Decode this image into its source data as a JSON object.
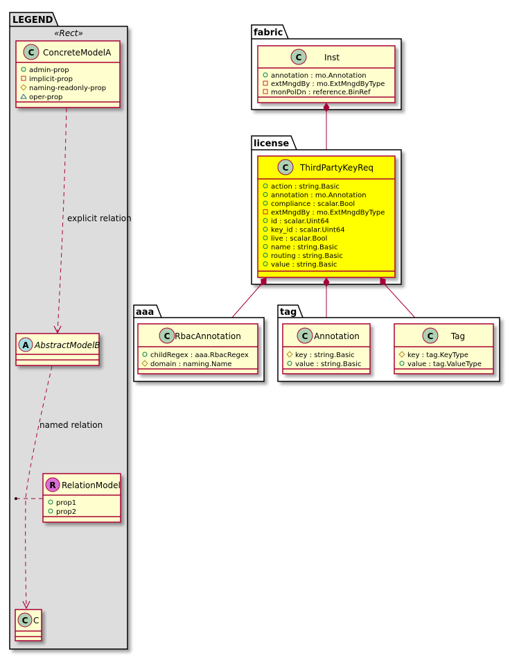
{
  "colors": {
    "class_fill": "#FEFECE",
    "class_border": "#A80036",
    "highlight_fill": "#FFFF00",
    "legend_bg": "#DDDDDD",
    "package_bg": "#FFFFFF",
    "class_circle": "#ADD1B2",
    "abstract_circle": "#A9DCDF",
    "relation_circle": "#DA70D6",
    "public_icon": "#038048",
    "private_icon": "#C82930",
    "protected_icon": "#B38D22",
    "package_private_icon": "#1963A0",
    "relation_line": "#A80036"
  },
  "legend": {
    "package_name": "LEGEND",
    "stereotype": "«Rect»",
    "concrete": {
      "circle": "C",
      "name": "ConcreteModelA",
      "attributes": [
        {
          "visibility": "public",
          "text": "admin-prop"
        },
        {
          "visibility": "private",
          "text": "implicit-prop"
        },
        {
          "visibility": "protected",
          "text": "naming-readonly-prop"
        },
        {
          "visibility": "package",
          "text": "oper-prop"
        }
      ]
    },
    "explicit_relation_label": "explicit relation",
    "abstract": {
      "circle": "A",
      "name": "AbstractModelB"
    },
    "named_relation_label": "named relation",
    "relation_model": {
      "circle": "R",
      "name": "RelationModel",
      "attributes": [
        {
          "visibility": "public",
          "text": "prop1"
        },
        {
          "visibility": "public",
          "text": "prop2"
        }
      ]
    },
    "c_class": {
      "circle": "C",
      "name": "C"
    }
  },
  "fabric": {
    "package_name": "fabric",
    "inst": {
      "circle": "C",
      "name": "Inst",
      "attributes": [
        {
          "visibility": "public",
          "text": "annotation : mo.Annotation"
        },
        {
          "visibility": "private",
          "text": "extMngdBy : mo.ExtMngdByType"
        },
        {
          "visibility": "private",
          "text": "monPolDn : reference.BinRef"
        }
      ]
    }
  },
  "license": {
    "package_name": "license",
    "third_party_key_req": {
      "circle": "C",
      "name": "ThirdPartyKeyReq",
      "attributes": [
        {
          "visibility": "public",
          "text": "action : string.Basic"
        },
        {
          "visibility": "public",
          "text": "annotation : mo.Annotation"
        },
        {
          "visibility": "public",
          "text": "compliance : scalar.Bool"
        },
        {
          "visibility": "private",
          "text": "extMngdBy : mo.ExtMngdByType"
        },
        {
          "visibility": "public",
          "text": "id : scalar.Uint64"
        },
        {
          "visibility": "public",
          "text": "key_id : scalar.Uint64"
        },
        {
          "visibility": "public",
          "text": "live : scalar.Bool"
        },
        {
          "visibility": "public",
          "text": "name : string.Basic"
        },
        {
          "visibility": "public",
          "text": "routing : string.Basic"
        },
        {
          "visibility": "public",
          "text": "value : string.Basic"
        }
      ]
    }
  },
  "aaa": {
    "package_name": "aaa",
    "rbac_annotation": {
      "circle": "C",
      "name": "RbacAnnotation",
      "attributes": [
        {
          "visibility": "public",
          "text": "childRegex : aaa.RbacRegex"
        },
        {
          "visibility": "protected",
          "text": "domain : naming.Name"
        }
      ]
    }
  },
  "tag": {
    "package_name": "tag",
    "annotation": {
      "circle": "C",
      "name": "Annotation",
      "attributes": [
        {
          "visibility": "protected",
          "text": "key : string.Basic"
        },
        {
          "visibility": "public",
          "text": "value : string.Basic"
        }
      ]
    },
    "tag_class": {
      "circle": "C",
      "name": "Tag",
      "attributes": [
        {
          "visibility": "protected",
          "text": "key : tag.KeyType"
        },
        {
          "visibility": "public",
          "text": "value : tag.ValueType"
        }
      ]
    }
  },
  "relations": [
    {
      "from": "Inst",
      "to": "ThirdPartyKeyReq",
      "type": "composition"
    },
    {
      "from": "ThirdPartyKeyReq",
      "to": "RbacAnnotation",
      "type": "composition"
    },
    {
      "from": "ThirdPartyKeyReq",
      "to": "Annotation",
      "type": "composition"
    },
    {
      "from": "ThirdPartyKeyReq",
      "to": "Tag",
      "type": "composition"
    },
    {
      "from": "ConcreteModelA",
      "to": "AbstractModelB",
      "type": "dependency",
      "label": "explicit relation"
    },
    {
      "from": "AbstractModelB",
      "to": "C",
      "type": "dependency",
      "label": "named relation",
      "association_class": "RelationModel"
    }
  ]
}
